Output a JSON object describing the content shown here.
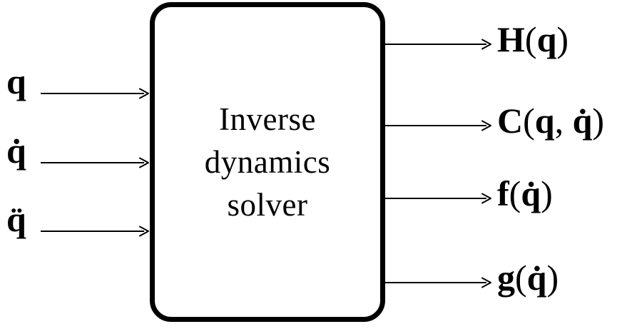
{
  "diagram": {
    "block": {
      "title_lines": [
        "Inverse",
        "dynamics",
        "solver"
      ]
    },
    "inputs": [
      "q",
      "q̇",
      "q̈"
    ],
    "outputs": [
      "H(q)",
      "C(q, q̇)",
      "f(q̇)",
      "g(q̇)"
    ],
    "colors": {
      "ink": "#000000",
      "background": "#ffffff"
    }
  }
}
